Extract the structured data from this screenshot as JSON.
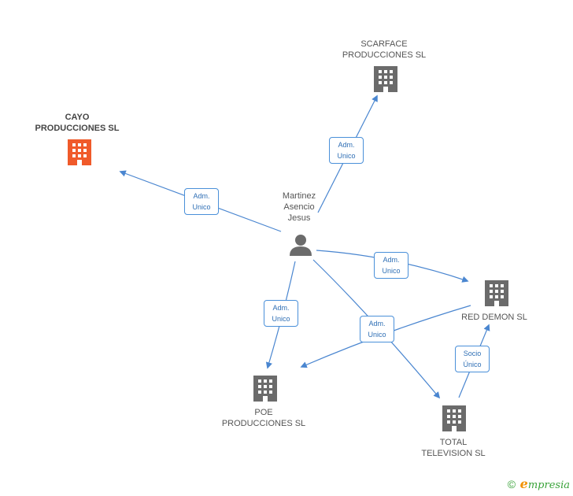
{
  "colors": {
    "edge": "#4a86d0",
    "building": "#6b6b6b",
    "highlight": "#f05a2a",
    "person": "#6b6b6b"
  },
  "person": {
    "name_lines": [
      "Martinez",
      "Asencio",
      "Jesus"
    ]
  },
  "companies": {
    "cayo": {
      "lines": [
        "CAYO",
        "PRODUCCIONES SL"
      ]
    },
    "scarface": {
      "lines": [
        "SCARFACE",
        "PRODUCCIONES SL"
      ]
    },
    "red_demon": {
      "lines": [
        "RED DEMON SL"
      ]
    },
    "poe": {
      "lines": [
        "POE",
        "PRODUCCIONES SL"
      ]
    },
    "total": {
      "lines": [
        "TOTAL",
        "TELEVISION  SL"
      ]
    }
  },
  "edge_labels": {
    "to_cayo": [
      "Adm.",
      "Unico"
    ],
    "to_scarface": [
      "Adm.",
      "Unico"
    ],
    "to_red_demon": [
      "Adm.",
      "Unico"
    ],
    "to_poe": [
      "Adm.",
      "Unico"
    ],
    "to_total": [
      "Adm.",
      "Unico"
    ],
    "total_to_red_demon": [
      "Socio",
      "Único"
    ]
  },
  "footer": {
    "copyright": "©",
    "brand_first": "e",
    "brand_rest": "mpresia"
  }
}
